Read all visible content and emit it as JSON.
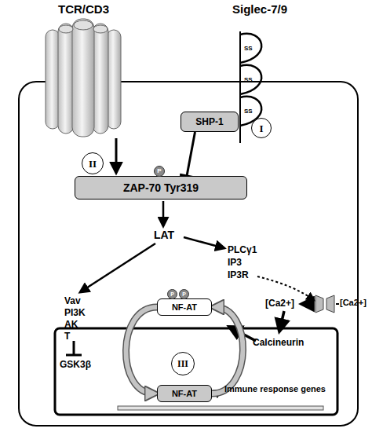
{
  "diagram": {
    "nodes": [
      {
        "text": [
          "SHP-1"
        ]
      },
      {
        "text": [
          "I"
        ]
      },
      {
        "text": [
          "II"
        ]
      },
      {
        "text": [
          "ZAP-70 Tyr319"
        ]
      },
      {
        "text": [
          "P"
        ]
      },
      {
        "text": [
          "NF-AT"
        ]
      },
      {
        "text": [
          "P"
        ]
      },
      {
        "text": [
          "P"
        ]
      },
      {
        "text": [
          "III"
        ]
      },
      {
        "text": [
          "NF-AT"
        ]
      }
    ],
    "edges": [
      {
        "from": 0,
        "to": 3,
        "arrow": "to"
      },
      {
        "from": 5,
        "to": 9,
        "arrow": "to"
      },
      {
        "from": 9,
        "to": 5,
        "arrow": "to"
      }
    ],
    "labels": [
      "TCR/CD3",
      "Siglec-7/9",
      "SS",
      "SS",
      "SS",
      "LAT",
      "PLCγ1",
      "IP3",
      "IP3R",
      "Vav",
      "PI3K",
      "AK",
      "T",
      "GSK3β",
      "[Ca2+]",
      "[Ca2+]",
      "Calcineurin",
      "Immune response genes"
    ]
  }
}
